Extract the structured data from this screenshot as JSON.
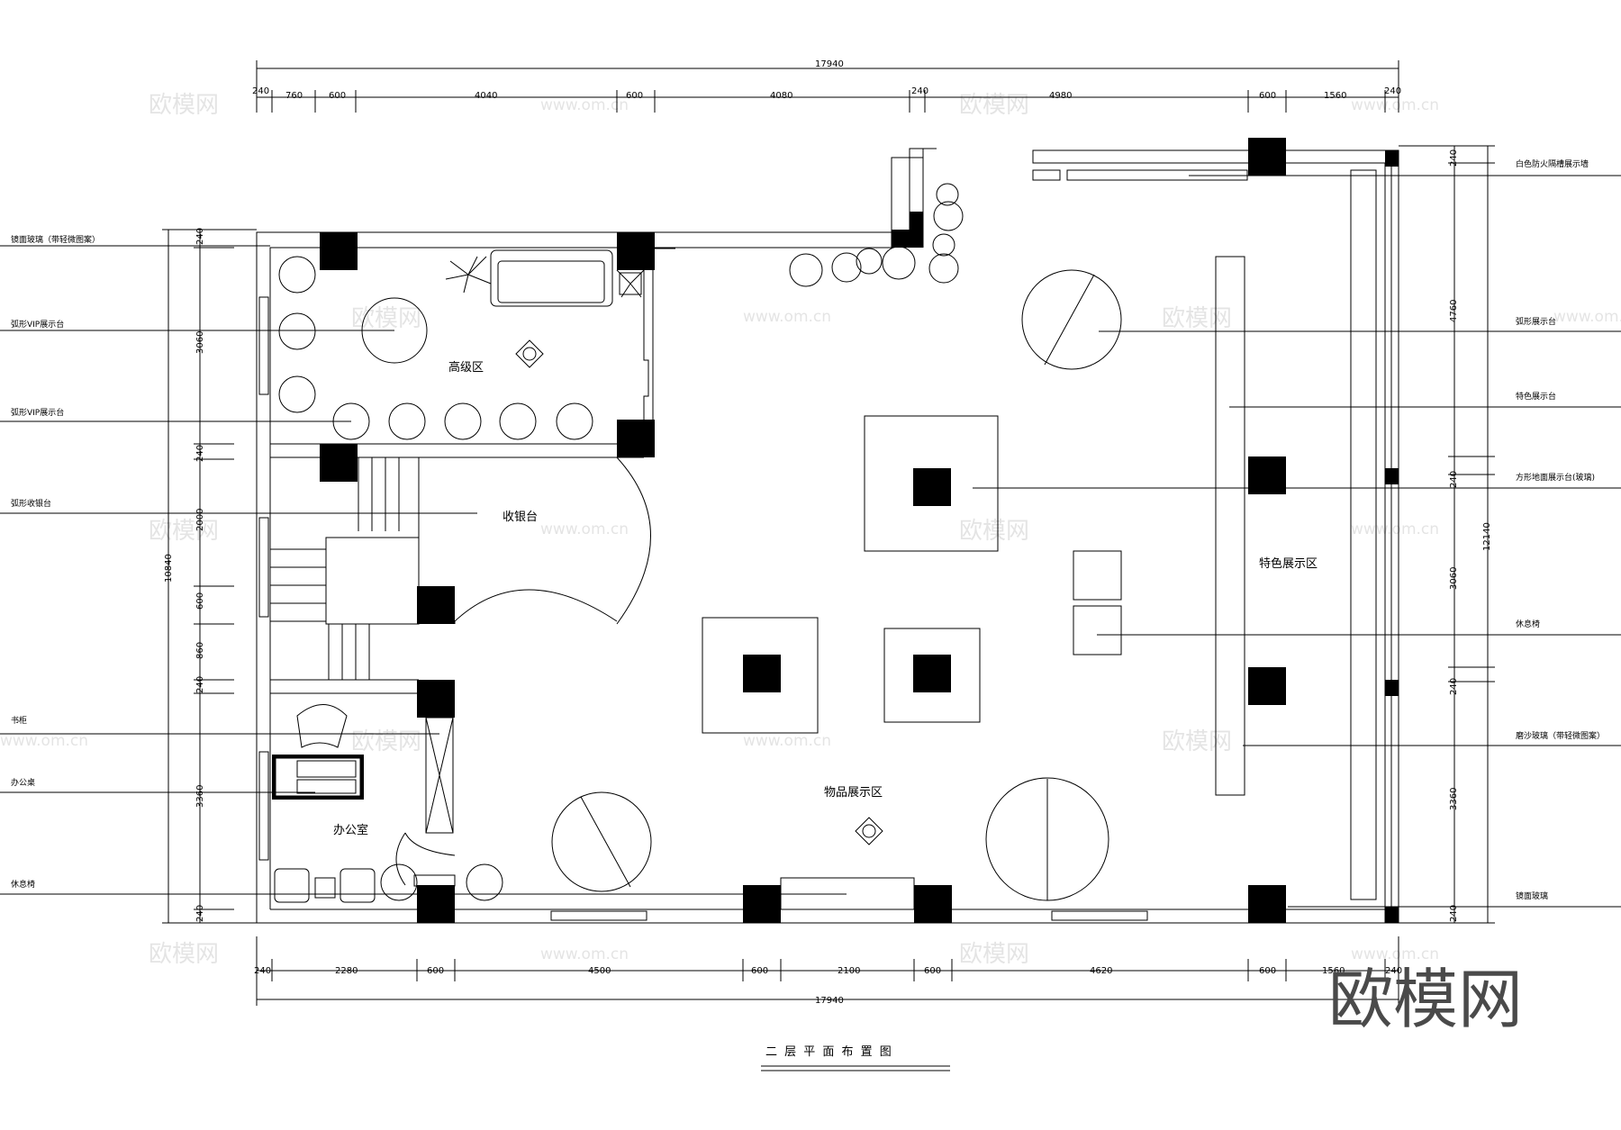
{
  "title": "二 层 平 面 布 置 图",
  "dims_top": {
    "overall": "17940",
    "segments": [
      "240",
      "760",
      "600",
      "4040",
      "600",
      "4080",
      "240",
      "4980",
      "600",
      "1560",
      "240"
    ]
  },
  "dims_bottom": {
    "overall": "17940",
    "segments": [
      "240",
      "2280",
      "600",
      "4500",
      "600",
      "2100",
      "600",
      "4620",
      "600",
      "1560",
      "240"
    ]
  },
  "dims_left": {
    "overall": "10840",
    "segments": [
      "240",
      "3060",
      "240",
      "2000",
      "600",
      "860",
      "240",
      "3360",
      "240"
    ]
  },
  "dims_right": {
    "overall": "12140",
    "segments": [
      "240",
      "4760",
      "240",
      "3060",
      "240",
      "3360",
      "240"
    ]
  },
  "labels_left": [
    "镜面玻璃（带轻微图案）",
    "弧形VIP展示台",
    "弧形VIP展示台",
    "弧形收银台",
    "书柜",
    "办公桌",
    "休息椅"
  ],
  "labels_right": [
    "白色防火隔槽展示墙",
    "弧形展示台",
    "特色展示台",
    "方形地面展示台(玻璃)",
    "休息椅",
    "磨沙玻璃（带轻微图案）",
    "镜面玻璃"
  ],
  "rooms": {
    "premium": "高级区",
    "cashier": "收银台",
    "office": "办公室",
    "goods": "物品展示区",
    "feature": "特色展示区"
  },
  "watermark": {
    "text": "欧模网",
    "url": "www.om.cn"
  },
  "logo": "欧模网"
}
